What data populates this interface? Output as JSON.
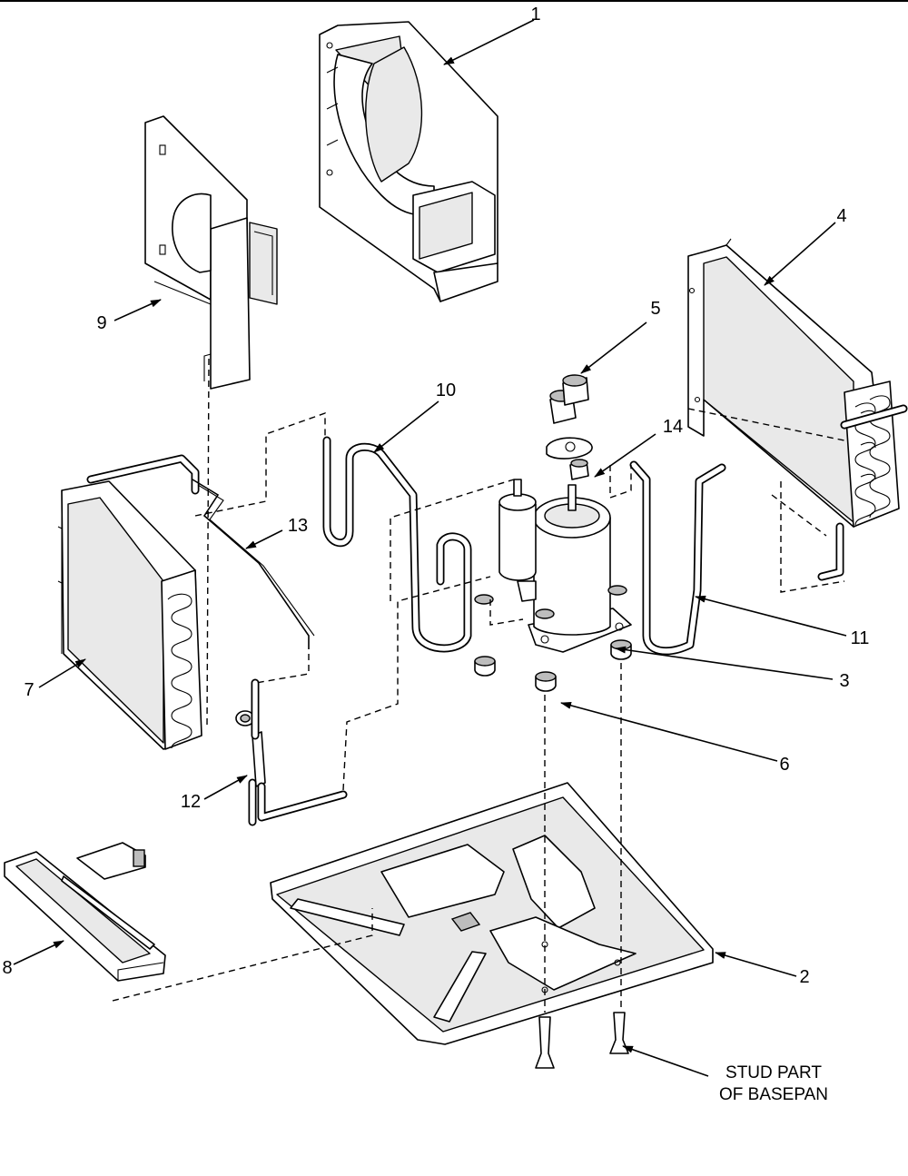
{
  "callouts": [
    "1",
    "2",
    "3",
    "4",
    "5",
    "6",
    "7",
    "8",
    "9",
    "10",
    "11",
    "12",
    "13",
    "14"
  ],
  "note": {
    "line1": "STUD PART",
    "line2": "OF BASEPAN"
  }
}
